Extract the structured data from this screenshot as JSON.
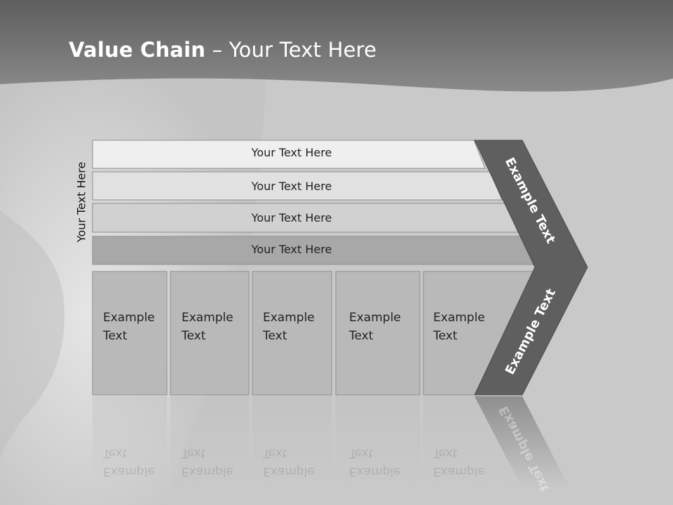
{
  "slide": {
    "title_bold": "Value Chain",
    "title_rest": " – Your Text Here",
    "side_label": "Your Text Here"
  },
  "rows": [
    {
      "label": "Your Text Here"
    },
    {
      "label": "Your Text Here"
    },
    {
      "label": "Your Text Here"
    },
    {
      "label": "Your Text Here"
    }
  ],
  "columns": [
    {
      "line1": "Example",
      "line2": "Text"
    },
    {
      "line1": "Example",
      "line2": "Text"
    },
    {
      "line1": "Example",
      "line2": "Text"
    },
    {
      "line1": "Example",
      "line2": "Text"
    },
    {
      "line1": "Example",
      "line2": "Text"
    }
  ],
  "chevron": {
    "top_label": "Example Text",
    "bottom_label": "Example Text"
  },
  "colors": {
    "header": "#7a7a7a",
    "chevron": "#5f5f5f",
    "row1": "#efefef",
    "row2": "#e1e1e1",
    "row3": "#d1d1d1",
    "row4": "#a8a8a8",
    "column": "#b9b9b9"
  }
}
